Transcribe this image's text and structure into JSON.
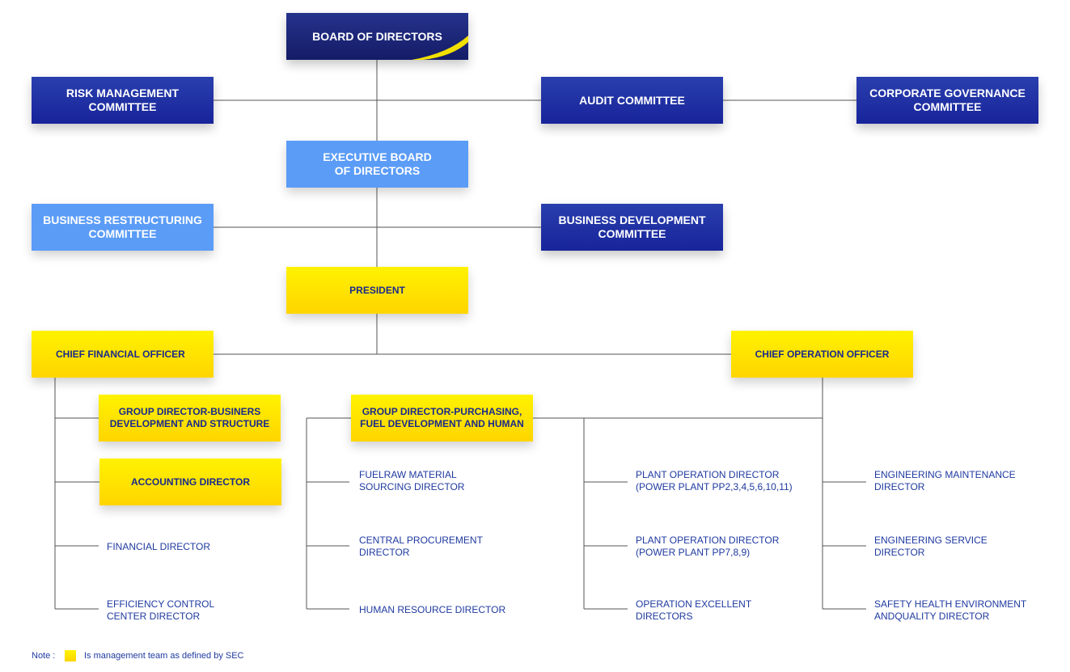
{
  "governance": {
    "board": "BOARD OF DIRECTORS",
    "risk": "RISK MANAGEMENT\nCOMMITTEE",
    "audit": "AUDIT COMMITTEE",
    "corporate": "CORPORATE GOVERNANCE\nCOMMITTEE",
    "executive": "EXECUTIVE BOARD\nOF DIRECTORS",
    "restructuring": "BUSINESS RESTRUCTURING\nCOMMITTEE",
    "development": "BUSINESS DEVELOPMENT\nCOMMITTEE"
  },
  "management": {
    "president": "PRESIDENT",
    "cfo": "CHIEF FINANCIAL OFFICER",
    "coo": "CHIEF OPERATION OFFICER",
    "gd_business": "GROUP DIRECTOR-BUSINERS\nDEVELOPMENT AND STRUCTURE",
    "accounting": "ACCOUNTING DIRECTOR",
    "gd_purchasing": "GROUP DIRECTOR-PURCHASING,\nFUEL DEVELOPMENT AND HUMAN"
  },
  "directors": {
    "financial": "FINANCIAL DIRECTOR",
    "efficiency": "EFFICIENCY CONTROL\nCENTER DIRECTOR",
    "fuel": "FUELRAW MATERIAL\nSOURCING DIRECTOR",
    "procurement": "CENTRAL PROCUREMENT\nDIRECTOR",
    "hr": "HUMAN RESOURCE DIRECTOR",
    "plant1": "PLANT OPERATION DIRECTOR\n(POWER PLANT PP2,3,4,5,6,10,11)",
    "plant2": "PLANT OPERATION DIRECTOR\n(POWER PLANT PP7,8,9)",
    "excellent": "OPERATION EXCELLENT\nDIRECTORS",
    "eng_maint": "ENGINEERING MAINTENANCE\nDIRECTOR",
    "eng_service": "ENGINEERING SERVICE\nDIRECTOR",
    "safety": "SAFETY HEALTH ENVIRONMENT\nANDQUALITY DIRECTOR"
  },
  "note": {
    "label": "Note :",
    "text": "Is management team as defined by SEC"
  },
  "colors": {
    "navy": "#17249a",
    "sky": "#5b9cf7",
    "gold": "#ffe000",
    "text": "#1f3aa0",
    "line": "#555555"
  }
}
